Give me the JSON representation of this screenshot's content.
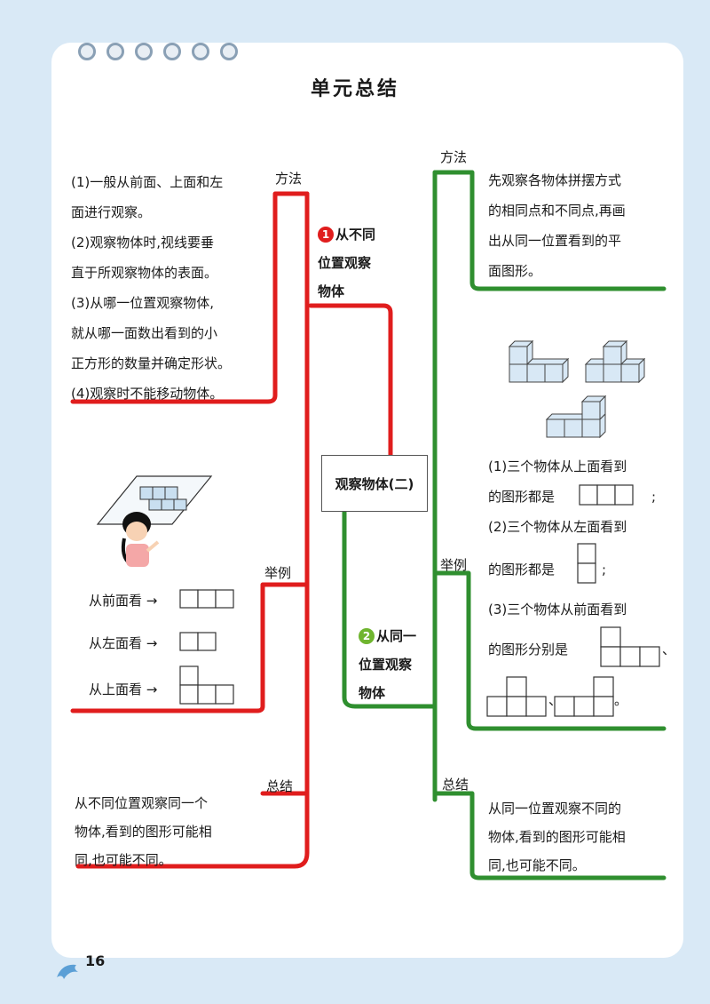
{
  "title": "单元总结",
  "center_topic": "观察物体(二)",
  "page_number": "16",
  "colors": {
    "left_branch": "#e01d1d",
    "right_branch": "#2f8f2f",
    "badge1": "#e01d1d",
    "badge2": "#6fb52f"
  },
  "left": {
    "topic_number": "1",
    "topic_lines": [
      "从不同",
      "位置观察",
      "物体"
    ],
    "method_label": "方法",
    "method_lines": [
      "(1)一般从前面、上面和左",
      "面进行观察。",
      "(2)观察物体时,视线要垂",
      "直于所观察物体的表面。",
      "(3)从哪一位置观察物体,",
      "就从哪一面数出看到的小",
      "正方形的数量并确定形状。",
      "(4)观察时不能移动物体。"
    ],
    "example_label": "举例",
    "example_rows": [
      "从前面看 →",
      "从左面看 →",
      "从上面看 →"
    ],
    "summary_label": "总结",
    "summary_lines": [
      "从不同位置观察同一个",
      "物体,看到的图形可能相",
      "同,也可能不同。"
    ]
  },
  "right": {
    "topic_number": "2",
    "topic_lines": [
      "从同一",
      "位置观察",
      "物体"
    ],
    "method_label": "方法",
    "method_lines": [
      "先观察各物体拼摆方式",
      "的相同点和不同点,再画",
      "出从同一位置看到的平",
      "面图形。"
    ],
    "example_label": "举例",
    "example_lines": [
      "(1)三个物体从上面看到",
      "的图形都是",
      "(2)三个物体从左面看到",
      "的图形都是",
      "(3)三个物体从前面看到",
      "的图形分别是"
    ],
    "example_punct": [
      ";",
      ";",
      "、",
      "、",
      "。"
    ],
    "summary_label": "总结",
    "summary_lines": [
      "从同一位置观察不同的",
      "物体,看到的图形可能相",
      "同,也可能不同。"
    ]
  }
}
